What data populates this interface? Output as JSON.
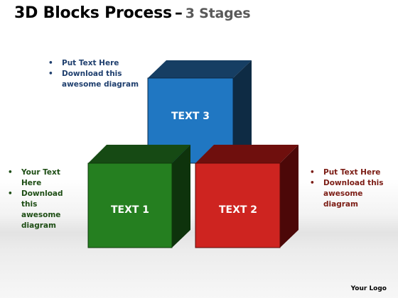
{
  "title": {
    "main": "3D Blocks Process",
    "dash": "–",
    "sub": "3 Stages"
  },
  "cubes": [
    {
      "label": "TEXT 3",
      "front": "#2077c2",
      "top": "#163e63",
      "side": "#0e2b44"
    },
    {
      "label": "TEXT 1",
      "front": "#257f20",
      "top": "#164a14",
      "side": "#0e330c"
    },
    {
      "label": "TEXT 2",
      "front": "#ce2420",
      "top": "#6f0f0d",
      "side": "#4c0808"
    }
  ],
  "bullets_top": {
    "items": [
      "Put Text Here",
      "Download this awesome diagram"
    ],
    "color": "#1f3f6e"
  },
  "bullets_left": {
    "items": [
      "Your Text Here",
      "Download this awesome diagram"
    ],
    "color": "#1d4d14"
  },
  "bullets_right": {
    "items": [
      "Put Text Here",
      "Download this awesome diagram"
    ],
    "color": "#7b1c14"
  },
  "logo": "Your Logo"
}
